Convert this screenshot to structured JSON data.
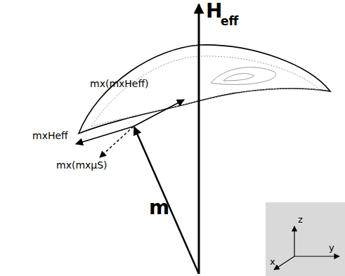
{
  "diagram": {
    "labels": [
      "H",
      "eff",
      "mx(mxHeff)",
      "mxHeff",
      "mx(mxμS)",
      "m",
      "z",
      "y",
      "x"
    ]
  }
}
